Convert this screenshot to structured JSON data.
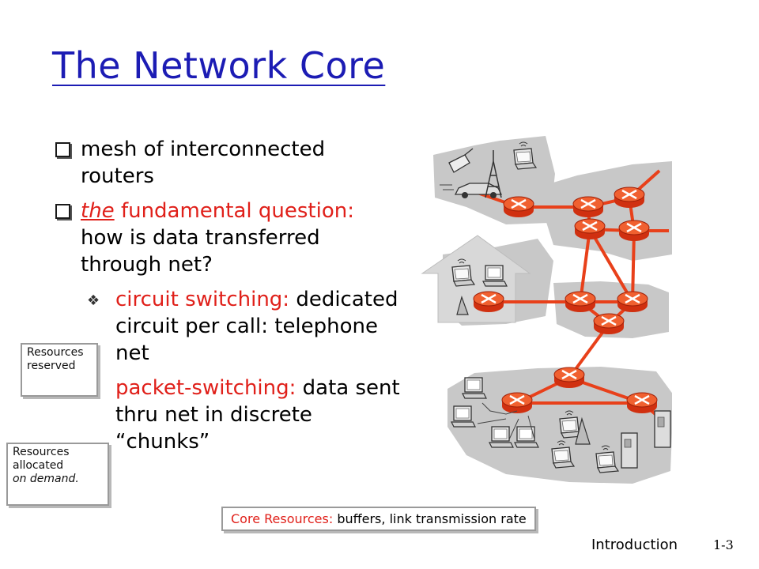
{
  "slide": {
    "title": "The Network Core",
    "bullets": {
      "b1": "mesh of interconnected routers",
      "b2_em": "the",
      "b2_red": "fundamental question:",
      "b2_rest": "how is data transferred through net?",
      "sub1_red": "circuit switching:",
      "sub1_rest": "dedicated circuit per call: telephone net",
      "sub2_red": "packet-switching:",
      "sub2_rest": "data sent thru net in discrete “chunks”"
    },
    "notes": {
      "reserved": "Resources reserved",
      "ondemand_line1": "Resources allocated",
      "ondemand_line2": "on demand."
    },
    "core_box": {
      "label_red": "Core Resources:",
      "label_rest": "buffers, link transmission rate"
    },
    "footer": "Introduction",
    "page_number": "1-3"
  },
  "colors": {
    "title": "#1c1cb4",
    "accent_red": "#e0201a",
    "link": "#e8401a",
    "cloud": "#c8c8c8"
  },
  "icons": [
    "router-icon",
    "laptop-icon",
    "pc-icon",
    "server-icon",
    "car-icon",
    "cellphone-icon",
    "antenna-icon"
  ]
}
